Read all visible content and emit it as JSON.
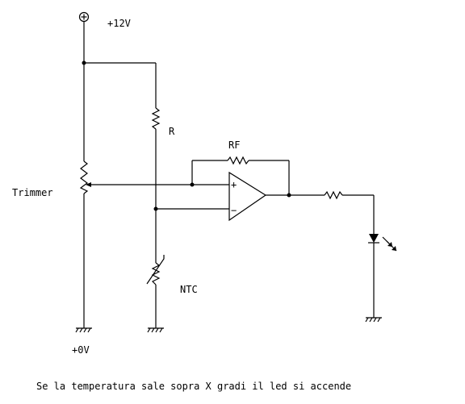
{
  "labels": {
    "supply": "+12V",
    "ground": "+0V",
    "resistor_r": "R",
    "resistor_rf": "RF",
    "trimmer": "Trimmer",
    "ntc": "NTC",
    "opamp_plus": "+",
    "opamp_minus": "−"
  },
  "caption": "Se la temperatura sale sopra X gradi il led si accende"
}
